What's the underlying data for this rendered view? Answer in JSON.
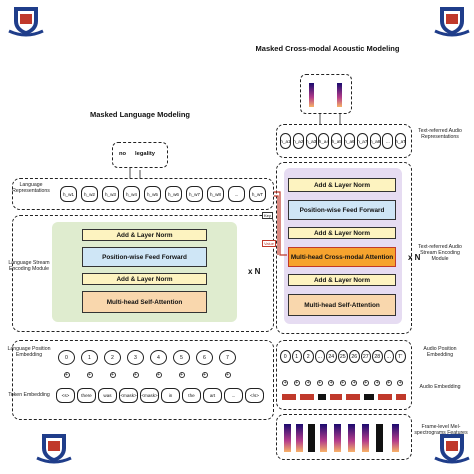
{
  "language": {
    "mlm_title": "Masked Language Modeling",
    "mlm_outputs": [
      "no",
      "legality"
    ],
    "repr_label": "Language Representations",
    "repr_tokens": [
      "h_w1",
      "h_w2",
      "h_w3",
      "h_w4",
      "h_w5",
      "h_w6",
      "h_w7",
      "h_w8",
      "...",
      "h_wT"
    ],
    "module_label": "Language Stream Encoding Module",
    "layers": [
      "Add & Layer Norm",
      "Position-wise Feed Forward",
      "Add & Layer Norm",
      "Multi-head Self-Attention"
    ],
    "repeat": "x N",
    "position_label": "Language Position Embedding",
    "positions": [
      "0",
      "1",
      "2",
      "3",
      "4",
      "5",
      "6",
      "7"
    ],
    "token_label": "Token Embedding",
    "tokens": [
      "<s>",
      "there",
      "was",
      "<mask>",
      "<mask>",
      "in",
      "the",
      "art",
      "...",
      "</s>"
    ]
  },
  "audio": {
    "mam_title": "Masked Cross-modal Acoustic Modeling",
    "repr_label": "Text-referred Audio Representations",
    "repr_tokens": [
      "h_a1",
      "h_a2",
      "h_a3",
      "h_a4",
      "h_a5",
      "h_a6",
      "h_a7",
      "h_a8",
      "...",
      "h_aT"
    ],
    "module_label": "Text-referred Audio Stream Encoding Module",
    "layers": [
      "Add & Layer Norm",
      "Position-wise Feed Forward",
      "Add & Layer Norm",
      "Multi-head Cross-modal Attention",
      "Add & Layer Norm",
      "Multi-head Self-Attention"
    ],
    "repeat": "x N",
    "key_label": "Key",
    "value_label": "Value",
    "position_label": "Audio Position Embedding",
    "positions": [
      "0",
      "1",
      "2",
      "...",
      "24",
      "25",
      "26",
      "27",
      "28",
      "...",
      "T'"
    ],
    "audio_label": "Audio Embedding",
    "mel_label": "Frame-level Mel-spectrograms Features"
  },
  "colors": {
    "lang_panel": "#dfeccf",
    "audio_panel": "#e6dcf2",
    "accent_red": "#c0392b",
    "mel_gradient": [
      "#1a0a6e",
      "#b43c8a",
      "#f7b267"
    ]
  },
  "icons": [
    "university-seal-icon"
  ]
}
